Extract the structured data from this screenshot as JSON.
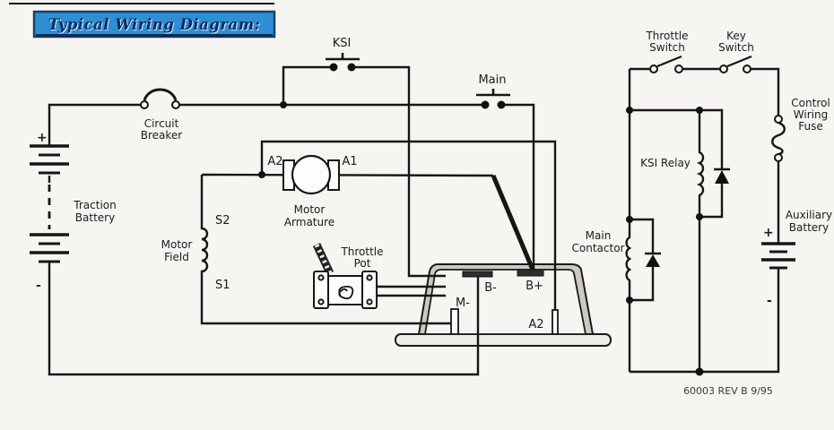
{
  "banner": {
    "title": "Typical Wiring Diagram:"
  },
  "components": {
    "traction_battery": {
      "line1": "Traction",
      "line2": "Battery",
      "plus": "+",
      "minus": "-"
    },
    "circuit_breaker": {
      "line1": "Circuit",
      "line2": "Breaker"
    },
    "ksi_switch": {
      "label": "KSI"
    },
    "main_switch": {
      "label": "Main"
    },
    "motor_armature": {
      "line1": "Motor",
      "line2": "Armature",
      "terminal_a2": "A2",
      "terminal_a1": "A1"
    },
    "motor_field": {
      "line1": "Motor",
      "line2": "Field",
      "terminal_s2": "S2",
      "terminal_s1": "S1"
    },
    "throttle_pot": {
      "line1": "Throttle",
      "line2": "Pot"
    },
    "controller": {
      "terminal_b_minus": "B-",
      "terminal_b_plus": "B+",
      "terminal_m_minus": "M-",
      "terminal_a2": "A2"
    },
    "throttle_switch": {
      "line1": "Throttle",
      "line2": "Switch"
    },
    "key_switch": {
      "line1": "Key",
      "line2": "Switch"
    },
    "control_wiring_fuse": {
      "line1": "Control",
      "line2": "Wiring",
      "line3": "Fuse"
    },
    "ksi_relay": {
      "label": "KSI Relay"
    },
    "main_contactor": {
      "line1": "Main",
      "line2": "Contactor"
    },
    "auxiliary_battery": {
      "line1": "Auxiliary",
      "line2": "Battery",
      "plus": "+",
      "minus": "-"
    }
  },
  "footer": {
    "revision": "60003 REV B 9/95"
  },
  "colors": {
    "background": "#f6f5f2",
    "wire": "#161616",
    "banner_bg": "#2e90d3",
    "banner_border": "#15406f",
    "banner_text": "#0a2a66",
    "controller_wall": "#ccc9c3"
  }
}
